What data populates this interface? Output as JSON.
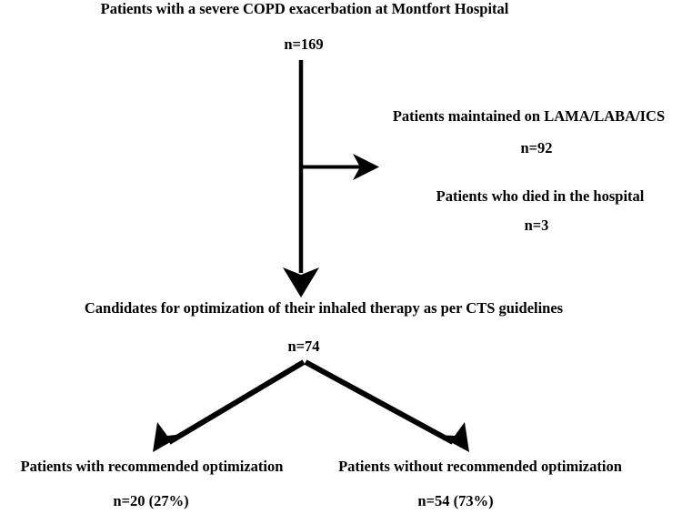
{
  "diagram": {
    "type": "flowchart",
    "orientation": "top-down",
    "background_color": "#ffffff",
    "stroke_color": "#000000",
    "title": "Patients with a severe COPD exacerbation at Montfort Hospital",
    "nodes": {
      "root": {
        "label": "Patients with a severe COPD exacerbation at Montfort Hospital",
        "count_label": "n=169",
        "count": 169
      },
      "excluded_maintained": {
        "label": "Patients maintained on LAMA/LABA/ICS",
        "count_label": "n=92",
        "count": 92
      },
      "excluded_died": {
        "label": "Patients who died in the hospital",
        "count_label": "n=3",
        "count": 3
      },
      "candidates": {
        "label": "Candidates for optimization of their inhaled therapy as per CTS guidelines",
        "count_label": "n=74",
        "count": 74
      },
      "with_optimization": {
        "label": "Patients with recommended optimization",
        "count_label": "n=20 (27%)",
        "count": 20,
        "percent": "27%"
      },
      "without_optimization": {
        "label": "Patients without recommended optimization",
        "count_label": "n=54 (73%)",
        "count": 54,
        "percent": "73%"
      }
    },
    "connectors": [
      {
        "name": "root-to-exclusions",
        "from": "root",
        "to": "excluded_maintained",
        "direction": "right",
        "arrowhead": true
      },
      {
        "name": "root-to-candidates",
        "from": "root",
        "to": "candidates",
        "direction": "down",
        "arrowhead": true
      },
      {
        "name": "candidates-to-with-optimization",
        "from": "candidates",
        "to": "with_optimization",
        "direction": "down-left",
        "arrowhead": true
      },
      {
        "name": "candidates-to-without-optimization",
        "from": "candidates",
        "to": "without_optimization",
        "direction": "down-right",
        "arrowhead": true
      }
    ]
  }
}
